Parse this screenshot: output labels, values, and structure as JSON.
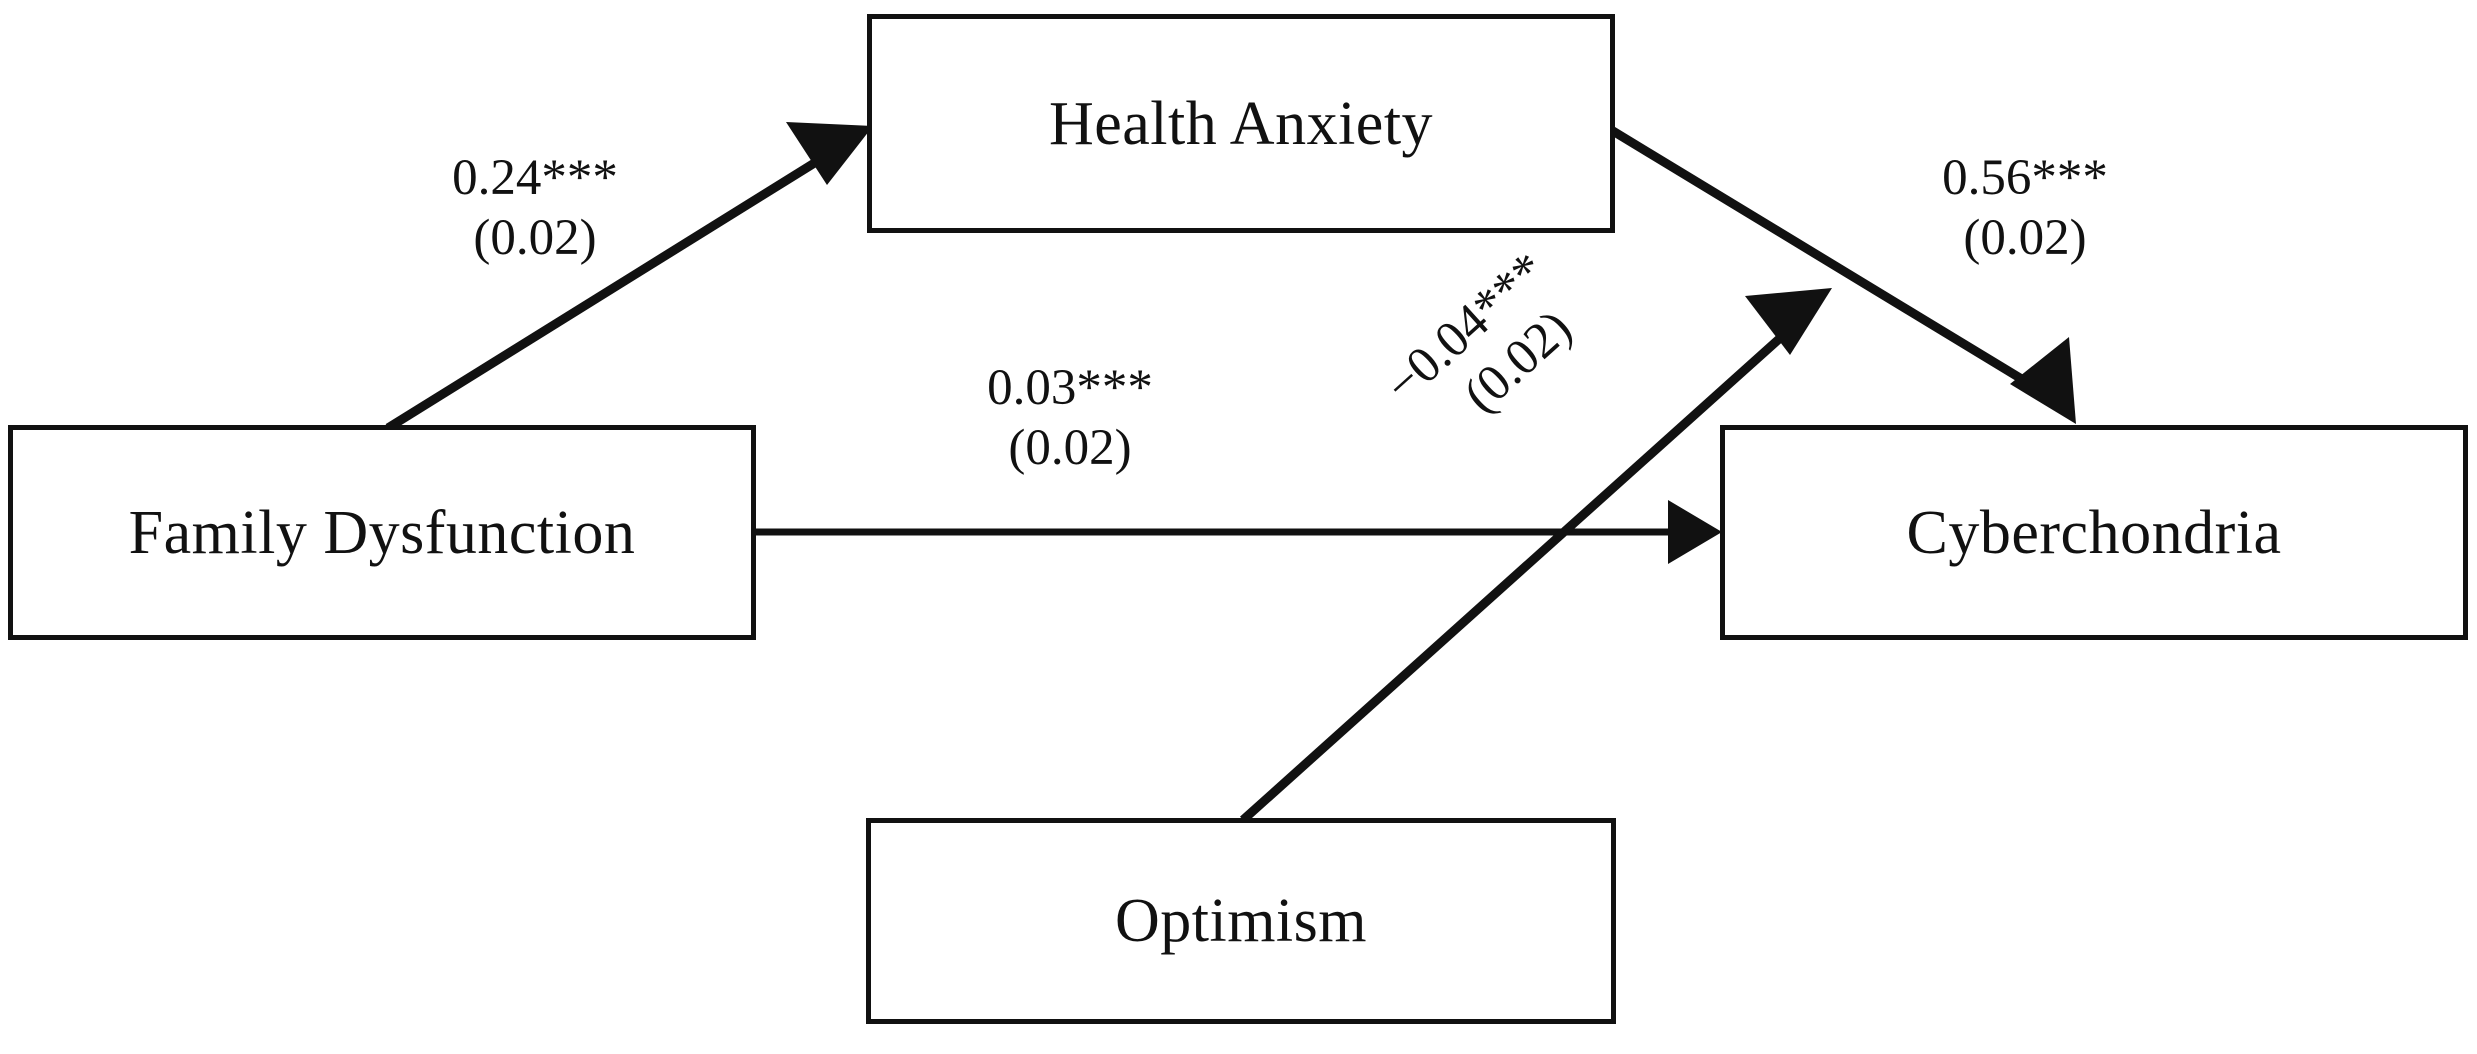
{
  "diagram": {
    "type": "path-diagram",
    "title": "Mediation and moderation path model",
    "background_color": "#ffffff",
    "line_color": "#111111",
    "nodes": [
      {
        "id": "family_dysfunction",
        "label": "Family Dysfunction",
        "role": "predictor"
      },
      {
        "id": "health_anxiety",
        "label": "Health Anxiety",
        "role": "mediator"
      },
      {
        "id": "cyberchondria",
        "label": "Cyberchondria",
        "role": "outcome"
      },
      {
        "id": "optimism",
        "label": "Optimism",
        "role": "moderator"
      }
    ],
    "paths": [
      {
        "id": "fd-to-ha",
        "from": "family_dysfunction",
        "to": "health_anxiety",
        "coefficient": "0.24***",
        "standard_error": "(0.02)",
        "value": 0.24,
        "se": 0.02,
        "significance": "***"
      },
      {
        "id": "fd-to-cy",
        "from": "family_dysfunction",
        "to": "cyberchondria",
        "coefficient": "0.03***",
        "standard_error": "(0.02)",
        "value": 0.03,
        "se": 0.02,
        "significance": "***"
      },
      {
        "id": "ha-to-cy",
        "from": "health_anxiety",
        "to": "cyberchondria",
        "coefficient": "0.56***",
        "standard_error": "(0.02)",
        "value": 0.56,
        "se": 0.02,
        "significance": "***"
      },
      {
        "id": "op-to-cy",
        "from": "optimism",
        "to": "cyberchondria",
        "coefficient": "−0.04***",
        "standard_error": "(0.02)",
        "value": -0.04,
        "se": 0.02,
        "significance": "***"
      }
    ]
  }
}
